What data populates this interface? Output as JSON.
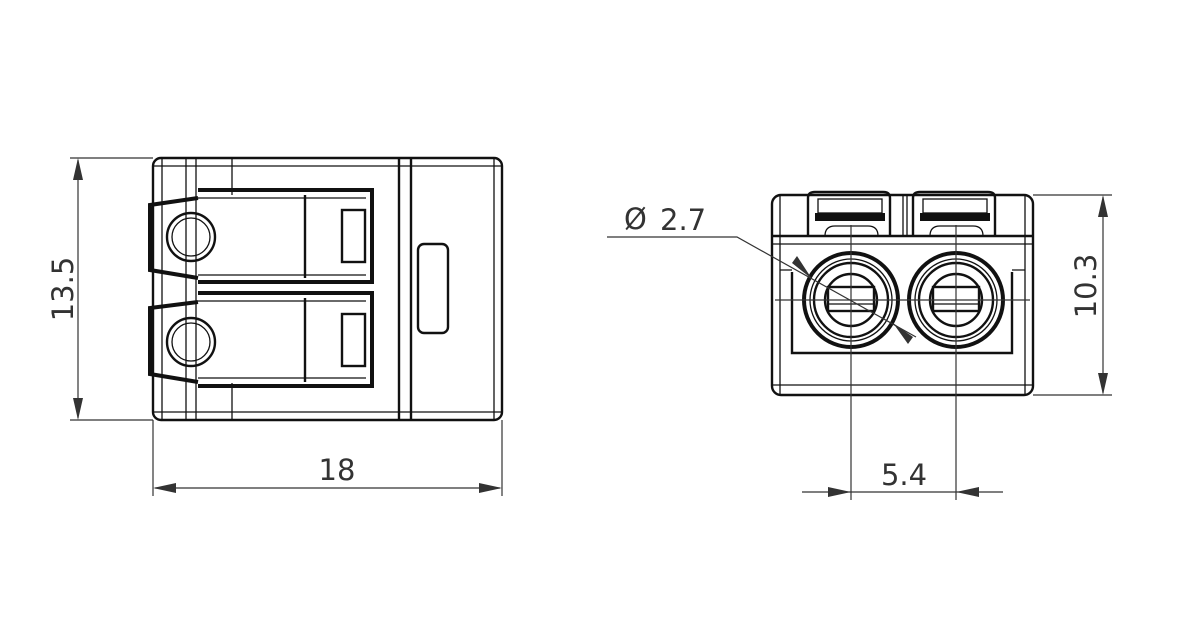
{
  "drawing": {
    "front_view": {
      "height_dimension": "13.5",
      "width_dimension": "18"
    },
    "side_view": {
      "height_dimension": "10.3",
      "pitch_dimension": "5.4",
      "hole_diameter": {
        "symbol": "Ø",
        "value": "2.7"
      }
    },
    "colors": {
      "line": "#111111",
      "background": "#ffffff"
    }
  }
}
